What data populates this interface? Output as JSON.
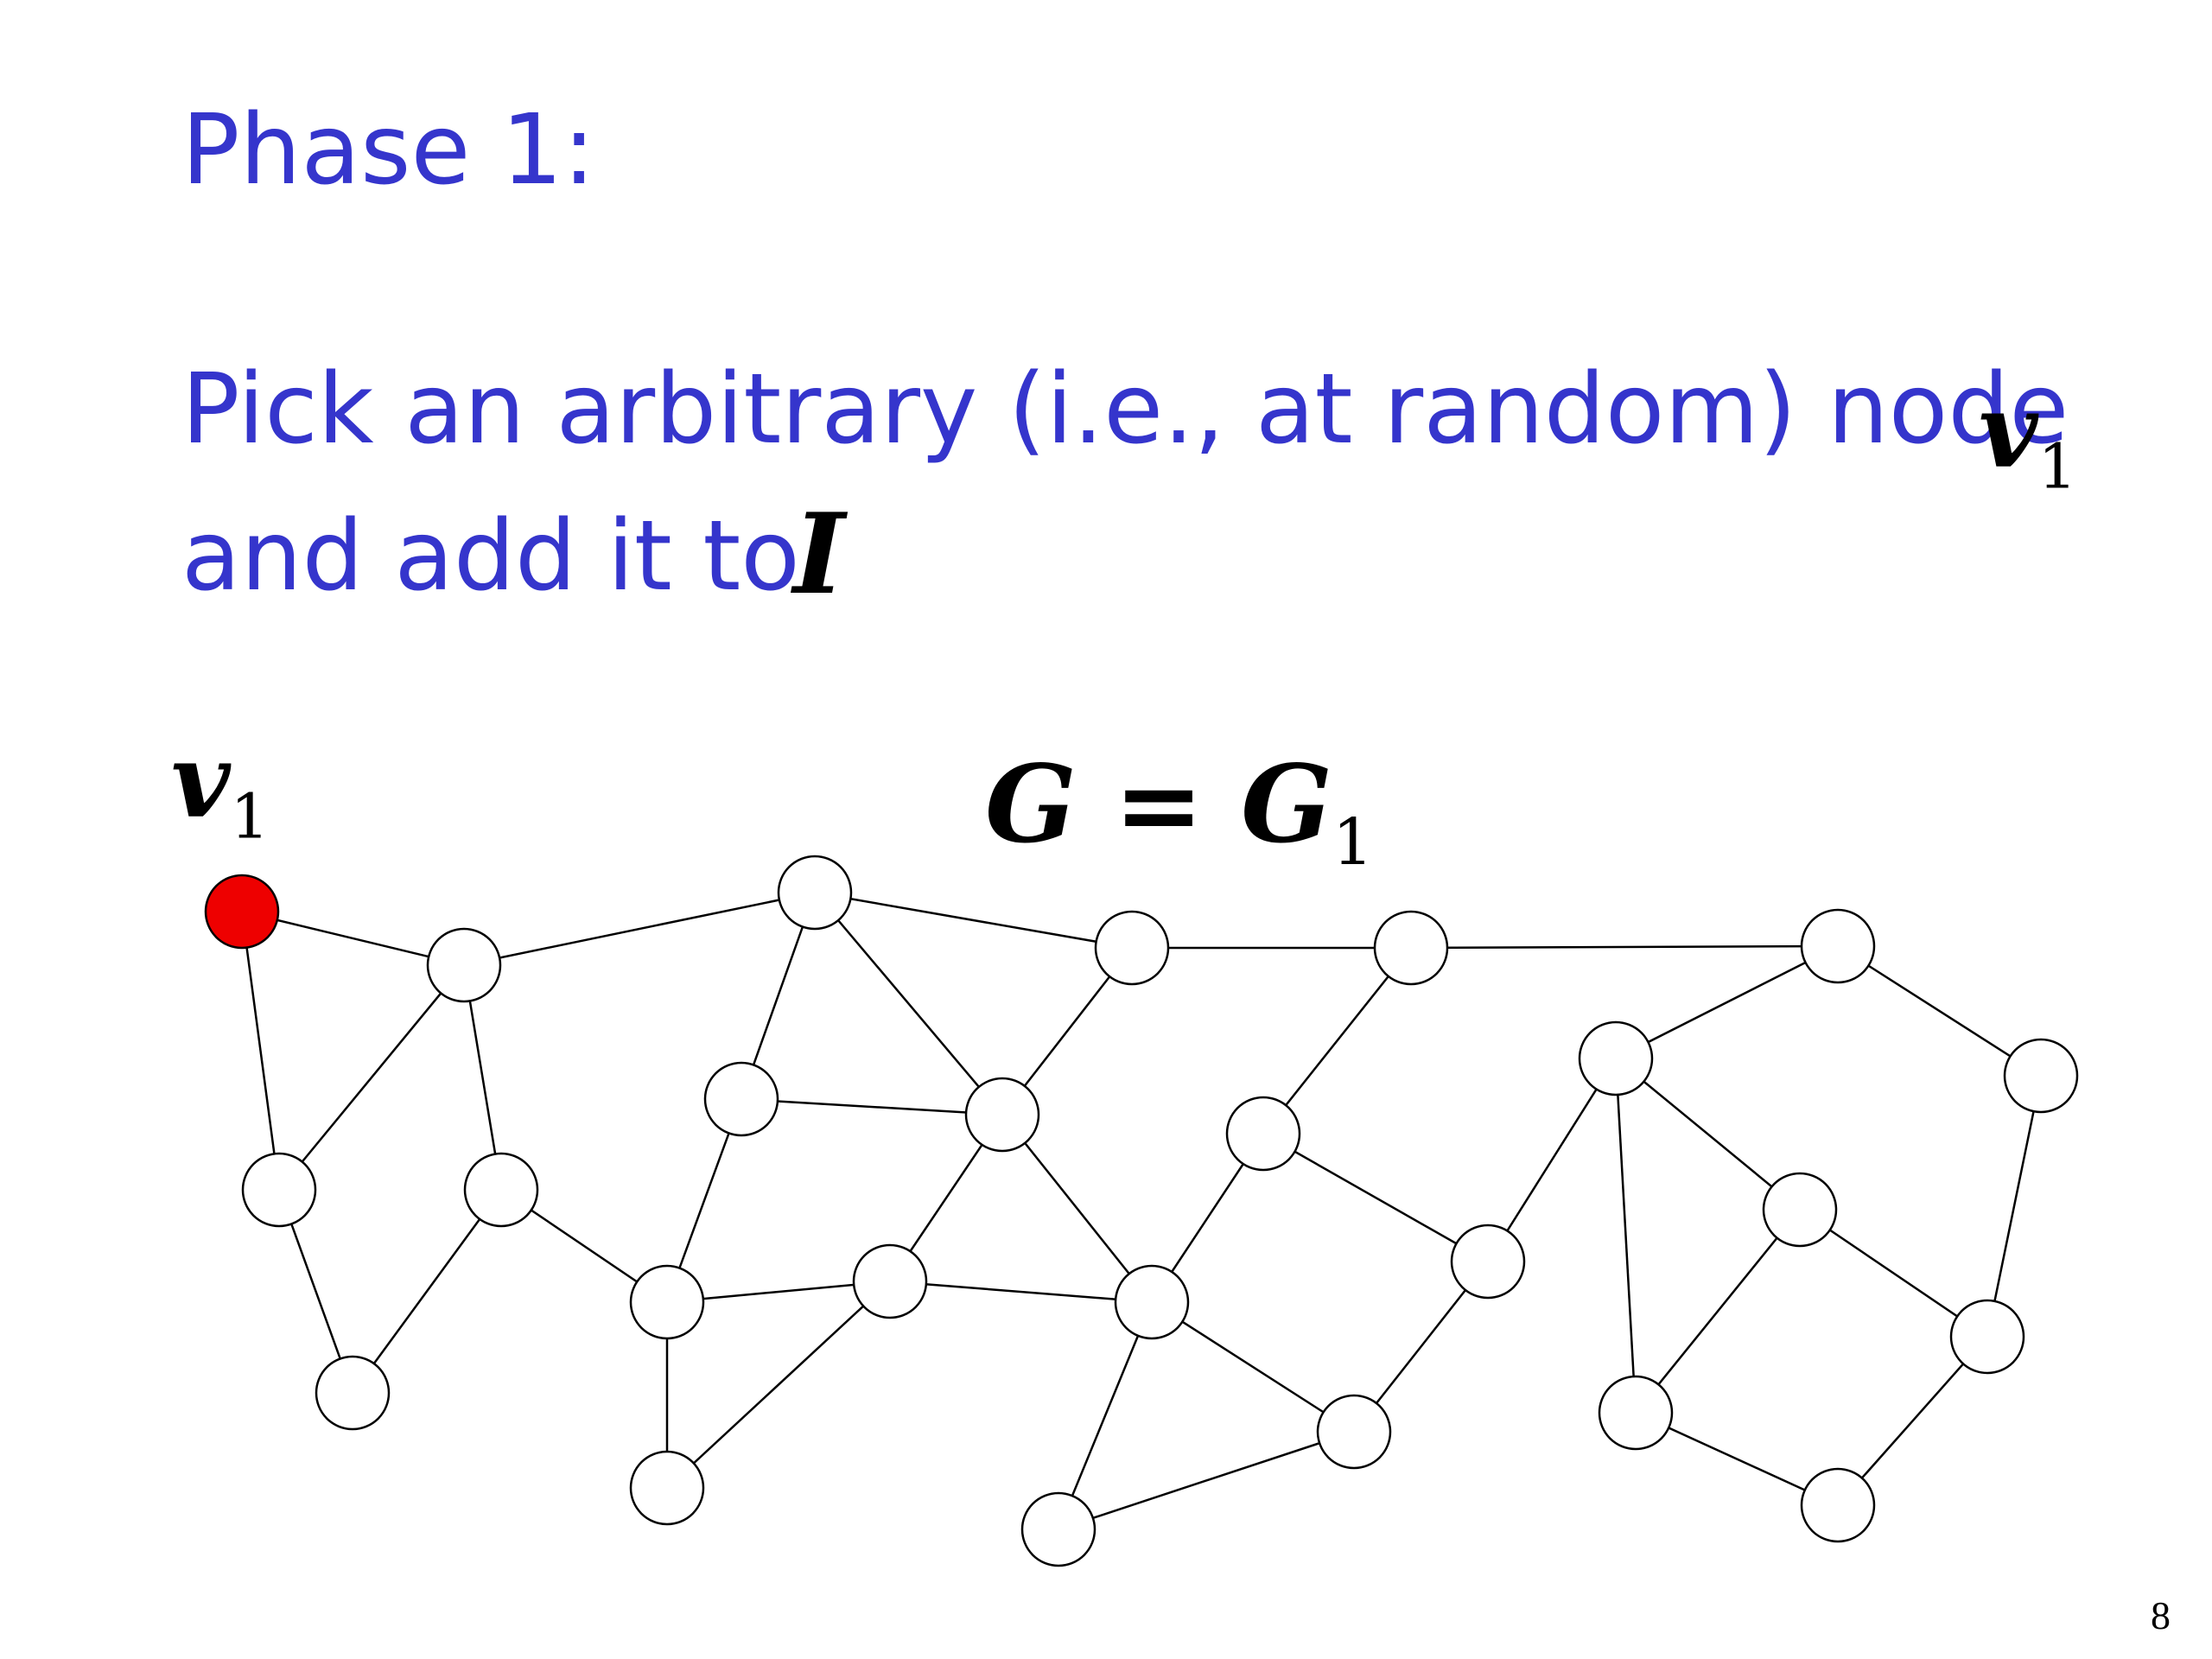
{
  "title": "Phase 1:",
  "body": {
    "line1": "Pick an arbitrary (i.e., at random) node",
    "line2": "and add it to"
  },
  "math": {
    "v": "v",
    "subscript": "1",
    "I": "I",
    "G_expression": "G = G",
    "G_subscript": "1"
  },
  "page_number": "8",
  "colors": {
    "text": "#3535cc",
    "selected_node": "#ee0000",
    "node_fill": "#ffffff",
    "edge": "#000000"
  },
  "graph": {
    "selected_node": "v1",
    "edges": [
      [
        "v1",
        "a"
      ],
      [
        "v1",
        "f"
      ],
      [
        "a",
        "b"
      ],
      [
        "a",
        "f"
      ],
      [
        "a",
        "g"
      ],
      [
        "f",
        "h"
      ],
      [
        "g",
        "h"
      ],
      [
        "g",
        "k"
      ],
      [
        "b",
        "c"
      ],
      [
        "b",
        "e"
      ],
      [
        "b",
        "i"
      ],
      [
        "i",
        "e"
      ],
      [
        "i",
        "k"
      ],
      [
        "e",
        "c"
      ],
      [
        "e",
        "l"
      ],
      [
        "e",
        "m"
      ],
      [
        "e",
        "n"
      ],
      [
        "c",
        "d"
      ],
      [
        "d",
        "j"
      ],
      [
        "d",
        "o"
      ],
      [
        "k",
        "l"
      ],
      [
        "k",
        "m"
      ],
      [
        "m",
        "l"
      ],
      [
        "l",
        "n"
      ],
      [
        "n",
        "r"
      ],
      [
        "n",
        "s"
      ],
      [
        "s",
        "t"
      ],
      [
        "r",
        "t"
      ],
      [
        "d",
        "o"
      ],
      [
        "o",
        "p"
      ],
      [
        "o",
        "q"
      ],
      [
        "p",
        "t"
      ],
      [
        "p",
        "u"
      ],
      [
        "p",
        "w"
      ],
      [
        "q",
        "x"
      ],
      [
        "q",
        "v"
      ],
      [
        "v",
        "x"
      ],
      [
        "x",
        "y"
      ],
      [
        "y",
        "w"
      ],
      [
        "w",
        "u"
      ]
    ]
  }
}
